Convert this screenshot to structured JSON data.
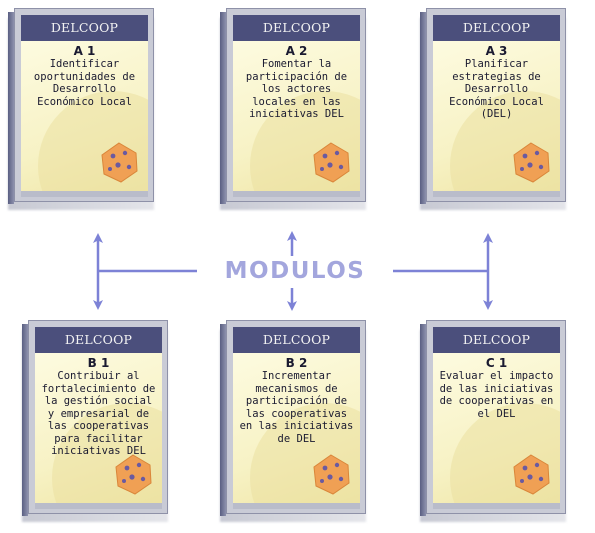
{
  "center_label": "MODULOS",
  "colors": {
    "header_bg": "#4b4f7c",
    "panel_bg": "#f7f2c5",
    "arrow": "#7d82d6",
    "center_label": "#a3a6dd"
  },
  "books": [
    {
      "id": "a1",
      "brand": "DELCOOP",
      "code": "A 1",
      "description": "Identificar oportunidades de Desarrollo Económico Local"
    },
    {
      "id": "a2",
      "brand": "DELCOOP",
      "code": "A 2",
      "description": "Fomentar la participación de los actores locales en las iniciativas DEL"
    },
    {
      "id": "a3",
      "brand": "DELCOOP",
      "code": "A 3",
      "description": "Planificar estrategias de Desarrollo Económico Local (DEL)"
    },
    {
      "id": "b1",
      "brand": "DELCOOP",
      "code": "B 1",
      "description": "Contribuir al fortalecimiento de la gestión social y empresarial de las cooperativas para facilitar iniciativas DEL"
    },
    {
      "id": "b2",
      "brand": "DELCOOP",
      "code": "B 2",
      "description": "Incrementar mecanismos de participación de las cooperativas en las iniciativas de DEL"
    },
    {
      "id": "c1",
      "brand": "DELCOOP",
      "code": "C 1",
      "description": "Evaluar el impacto de las iniciativas de cooperativas en el DEL"
    }
  ]
}
